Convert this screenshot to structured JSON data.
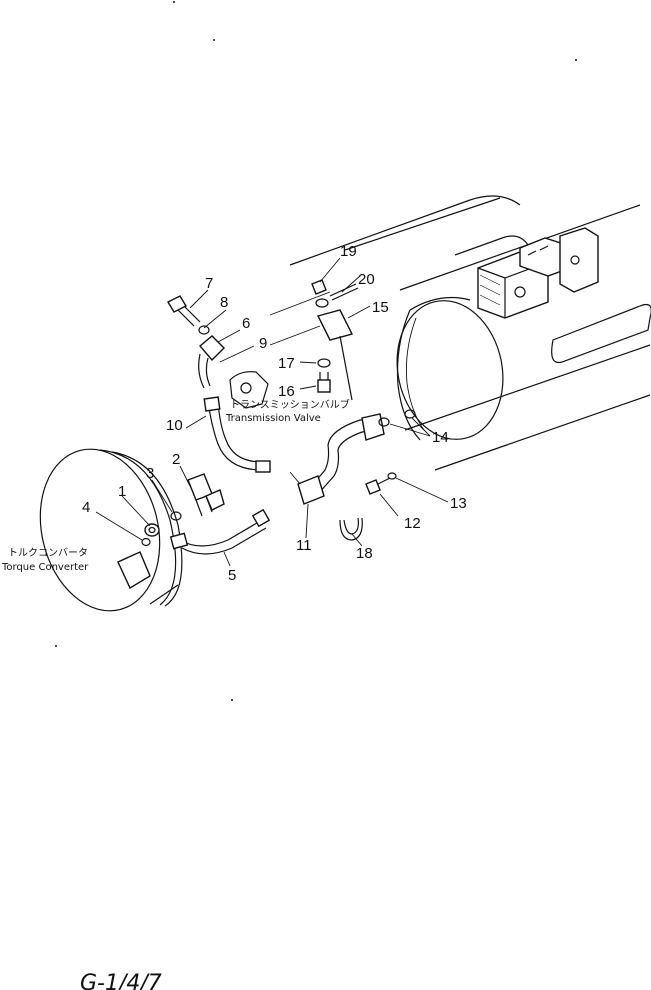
{
  "callouts": [
    "1",
    "2",
    "3",
    "4",
    "5",
    "6",
    "7",
    "8",
    "9",
    "10",
    "11",
    "12",
    "13",
    "14",
    "15",
    "16",
    "17",
    "18",
    "19",
    "20"
  ],
  "captions": {
    "torque_converter_jp": "トルクコンバータ",
    "torque_converter_en": "Torque Converter",
    "transmission_valve_jp": "トランスミッションバルブ",
    "transmission_valve_en": "Transmission Valve"
  },
  "page_mark": "G-1/4/7"
}
